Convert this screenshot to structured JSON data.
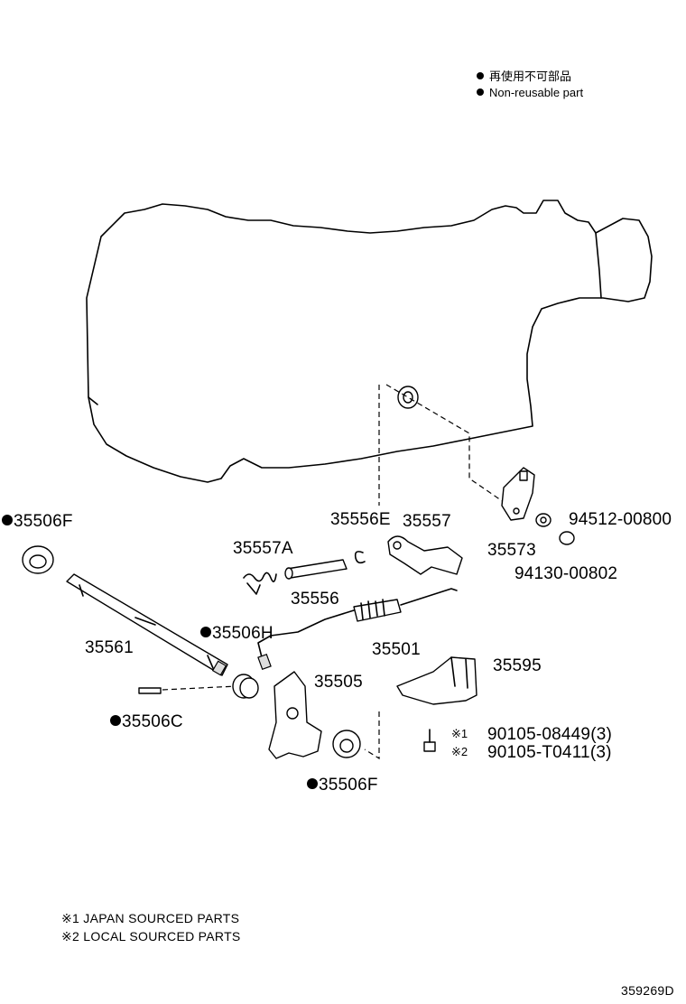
{
  "legend": {
    "jp": "再使用不可部品",
    "en": "Non-reusable part"
  },
  "parts": {
    "p35506F_top": "35506F",
    "p35561": "35561",
    "p35557A": "35557A",
    "p35556": "35556",
    "p35556E": "35556E",
    "p35557": "35557",
    "p35573": "35573",
    "p94512": "94512-00800",
    "p94130": "94130-00802",
    "p35506H": "35506H",
    "p35501": "35501",
    "p35595": "35595",
    "p35505": "35505",
    "p35506C": "35506C",
    "p90105a": "90105-08449(3)",
    "p90105b": "90105-T0411(3)",
    "p35506F_bot": "35506F"
  },
  "marks": {
    "m1": "※1",
    "m2": "※2"
  },
  "notes": {
    "n1": "※1 JAPAN SOURCED PARTS",
    "n2": "※2 LOCAL SOURCED PARTS"
  },
  "figure_id": "359269D"
}
